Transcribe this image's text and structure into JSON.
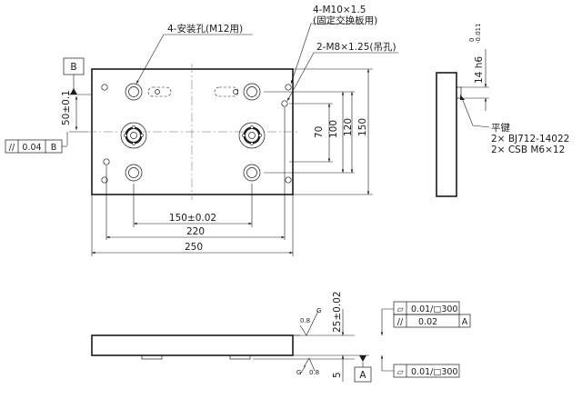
{
  "callouts": {
    "mount_holes": "4-安装孔(M12用)",
    "thread_holes_line1": "4-M10×1.5",
    "thread_holes_line2": "(固定交换板用)",
    "lift_holes": "2-M8×1.25(吊孔)",
    "key_title": "平键",
    "key_line1": "2× BJ712-14022",
    "key_line2": "2× CSB M6×12"
  },
  "datums": {
    "b": "B",
    "a": "A"
  },
  "tolerance_frames": {
    "parallel_b": {
      "symbol": "//",
      "value": "0.04",
      "datum": "B"
    },
    "flat_top": {
      "symbol": "⏥",
      "value": "0.01/□300"
    },
    "parallel_a": {
      "symbol": "//",
      "value": "0.02",
      "datum": "A"
    },
    "flat_bottom": {
      "symbol": "⏥",
      "value": "0.01/□300"
    }
  },
  "dimensions": {
    "d50": "50±0.1",
    "d70": "70",
    "d100": "100",
    "d120": "120",
    "d150v": "150",
    "d150h": "150±0.02",
    "d220": "220",
    "d250": "250",
    "d14": "14 h6",
    "d14_upper": "0",
    "d14_lower": "-0.011",
    "d25": "25±0.02",
    "d5": "5"
  },
  "surface_finish": {
    "top_value": "0.8",
    "top_grade": "G",
    "bottom_value": "0.8",
    "bottom_grade": "G"
  }
}
